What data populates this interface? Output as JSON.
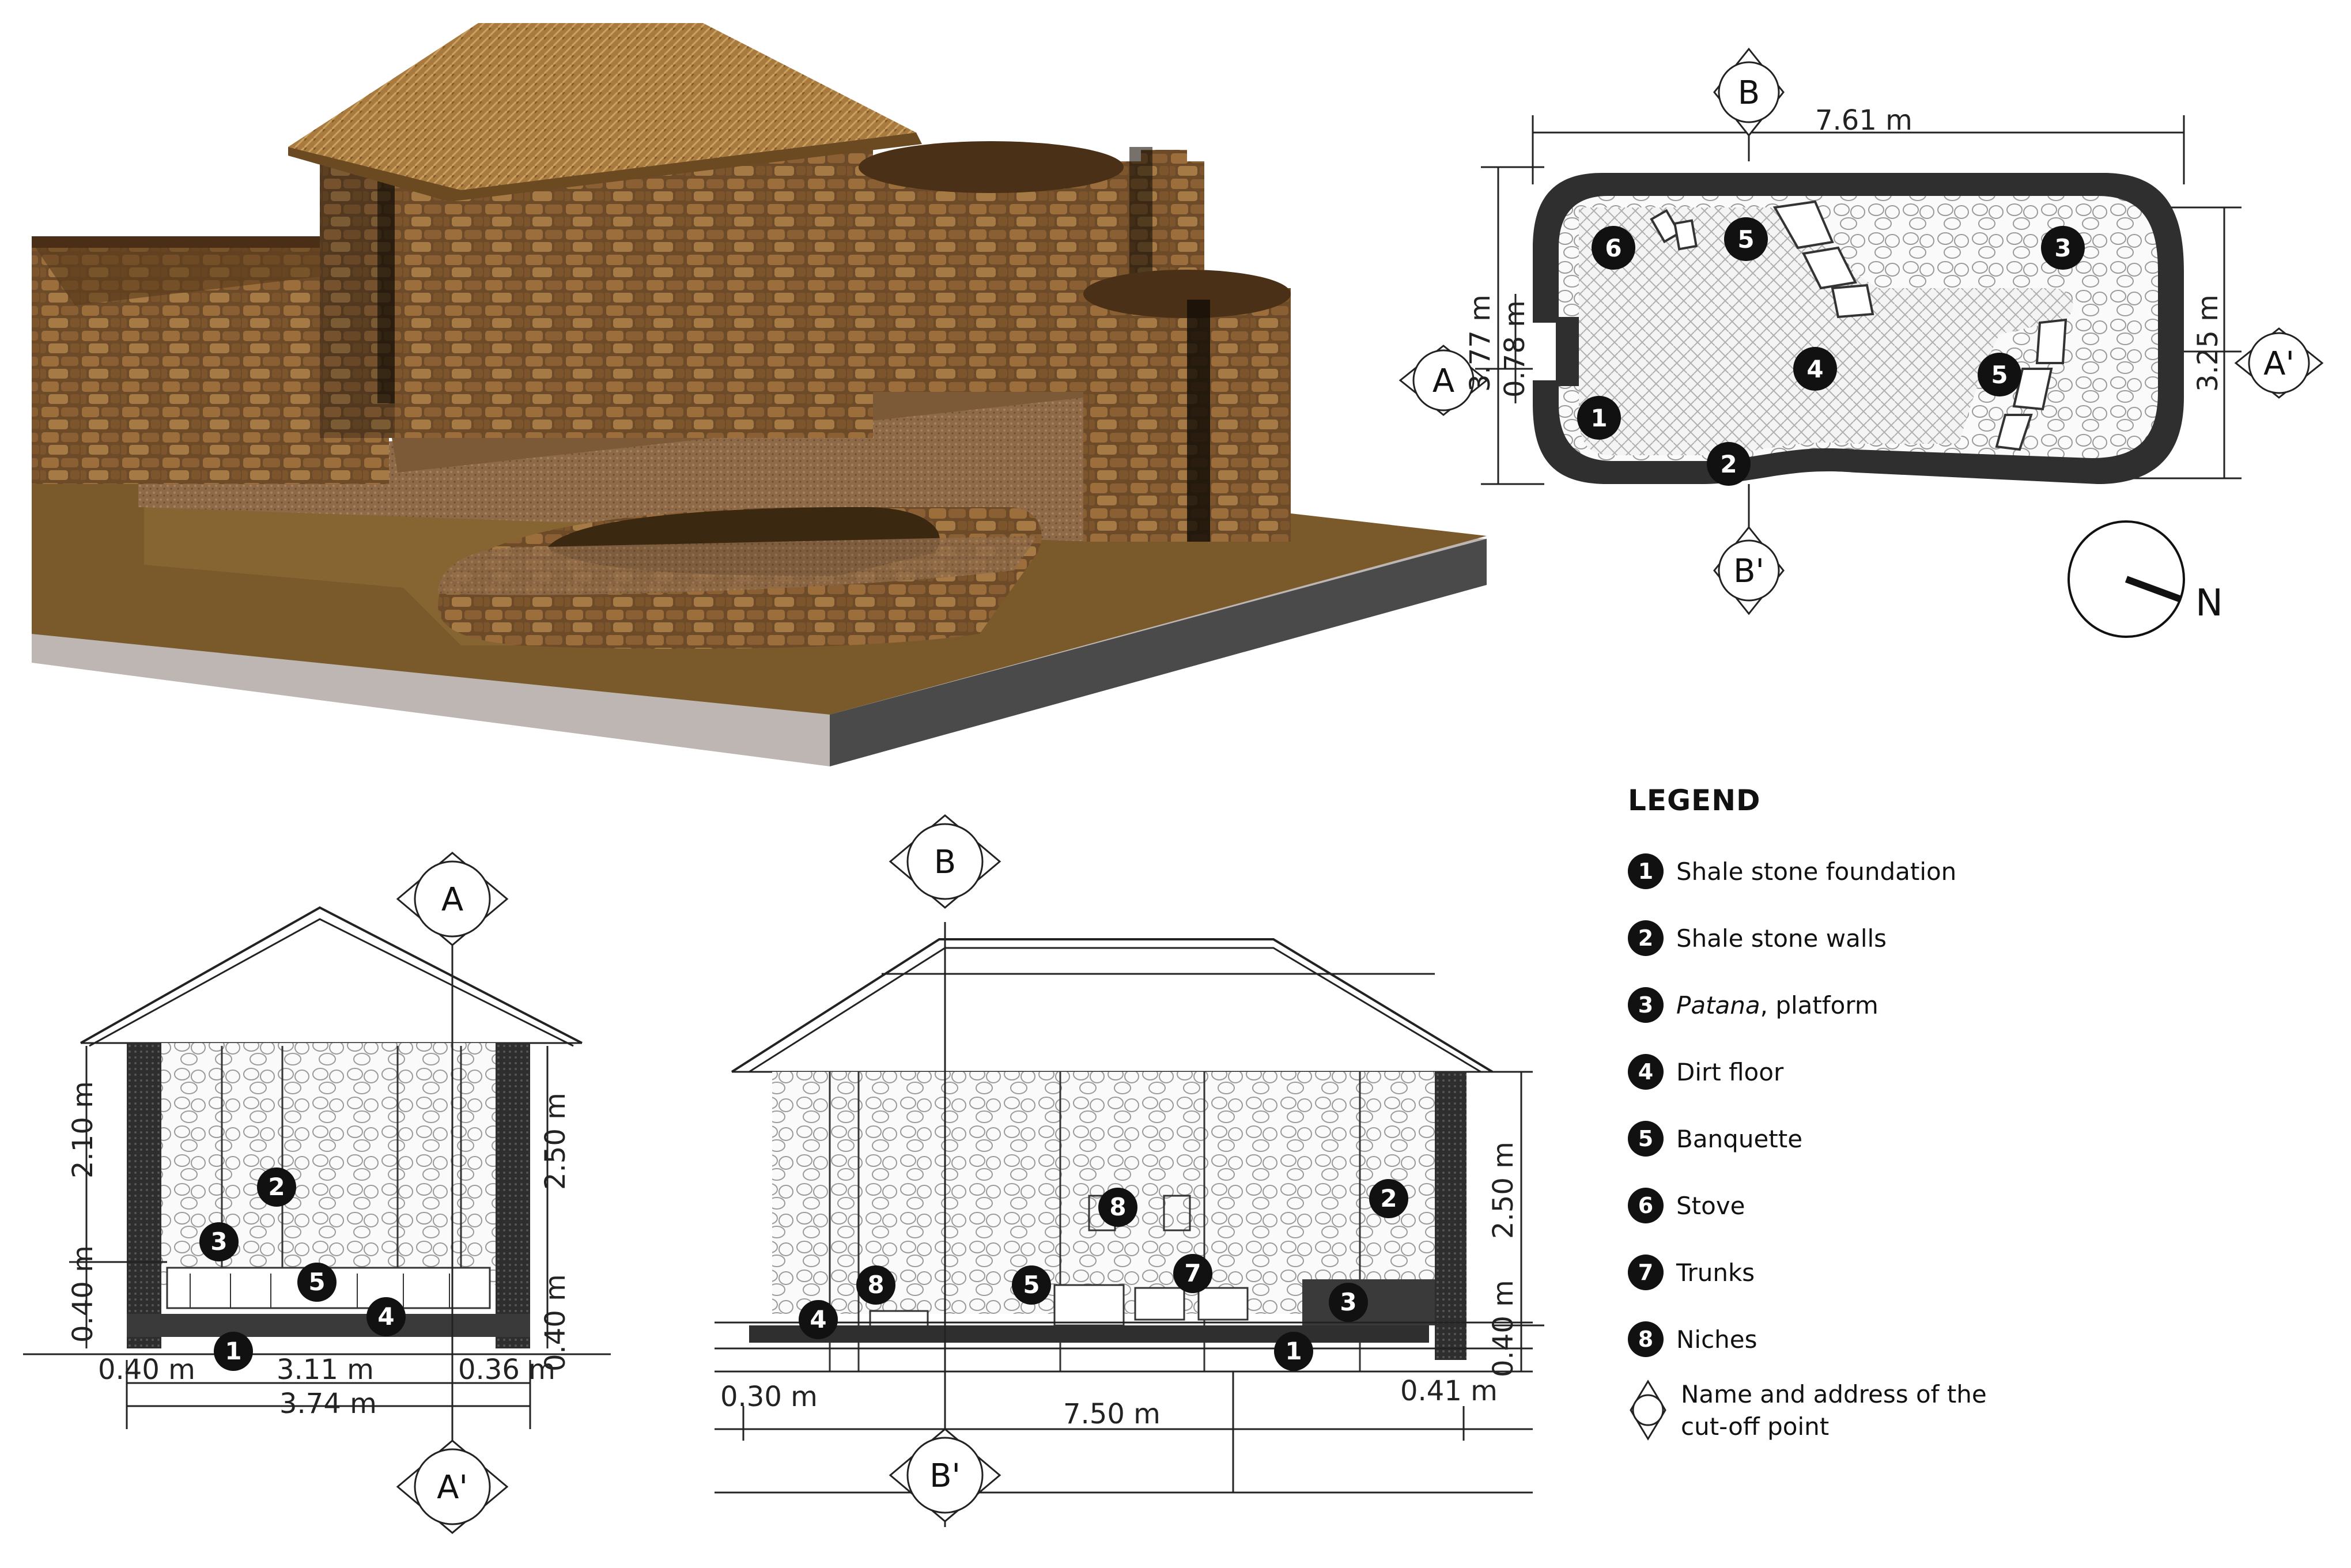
{
  "plan": {
    "width_label": "7.61 m",
    "left_label": "3.77 m",
    "opening_label": "0.78 m",
    "right_label": "3.25 m",
    "north_label": "N",
    "markers": [
      "B",
      "B'",
      "A",
      "A'"
    ],
    "numbers": [
      "6",
      "5",
      "3",
      "4",
      "5",
      "1",
      "2"
    ]
  },
  "section_a": {
    "marker_top": "A",
    "marker_bottom": "A'",
    "h_wall": "2.10 m",
    "h_total": "2.50 m",
    "h_base_left": "0.40 m",
    "h_base_right": "0.40 m",
    "w_left": "0.40 m",
    "w_mid": "3.11 m",
    "w_right": "0.36 m",
    "w_total": "3.74 m",
    "numbers": [
      "2",
      "3",
      "5",
      "4",
      "1"
    ]
  },
  "section_b": {
    "marker_top": "B",
    "marker_bottom": "B'",
    "h_total": "2.50 m",
    "h_base": "0.40 m",
    "w_left": "0.30 m",
    "w_total": "7.50 m",
    "w_right": "0.41 m",
    "numbers": [
      "8",
      "2",
      "8",
      "5",
      "7",
      "3",
      "4",
      "1"
    ]
  },
  "legend": {
    "title": "LEGEND",
    "items": [
      {
        "num": "1",
        "text": "Shale stone foundation"
      },
      {
        "num": "2",
        "text": "Shale stone walls"
      },
      {
        "num": "3",
        "italic": "Patana",
        "text": ", platform"
      },
      {
        "num": "4",
        "text": "Dirt floor"
      },
      {
        "num": "5",
        "text": "Banquette"
      },
      {
        "num": "6",
        "text": "Stove"
      },
      {
        "num": "7",
        "text": "Trunks"
      },
      {
        "num": "8",
        "text": "Niches"
      }
    ],
    "cutoff_text": "Name and address of the cut-off point"
  },
  "colors": {
    "stone": "#7a5630",
    "thatch": "#a87a3e",
    "wall_dark": "#3a3a3a",
    "ground_grey": "#bdb6b2"
  }
}
